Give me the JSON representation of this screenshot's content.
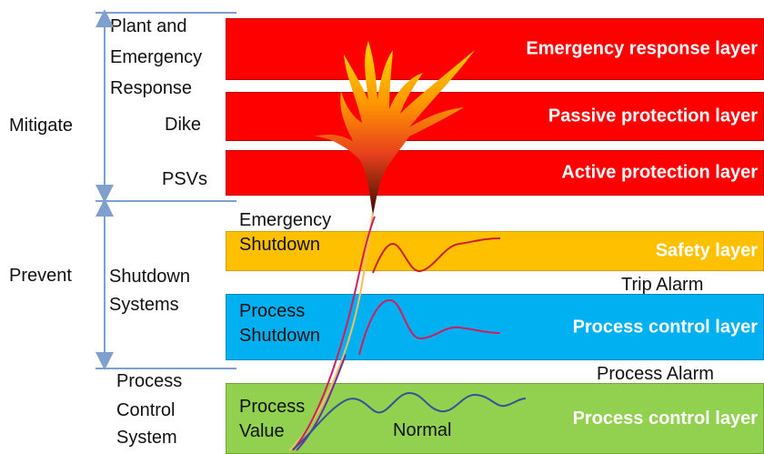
{
  "layers": {
    "emergency_response": "Emergency response layer",
    "passive_protection": "Passive protection layer",
    "active_protection": "Active protection layer",
    "safety": "Safety layer",
    "process_control_upper": "Process control layer",
    "process_control_lower": "Process control layer"
  },
  "layer_inner": {
    "emergency_shutdown_1": "Emergency",
    "emergency_shutdown_2": "Shutdown",
    "process_shutdown_1": "Process",
    "process_shutdown_2": "Shutdown",
    "process_value_1": "Process",
    "process_value_2": "Value"
  },
  "left_labels": {
    "plant_1": "Plant and",
    "plant_2": "Emergency",
    "plant_3": "Response",
    "dike": "Dike",
    "psvs": "PSVs",
    "shutdown_1": "Shutdown",
    "shutdown_2": "Systems",
    "pcs_1": "Process",
    "pcs_2": "Control",
    "pcs_3": "System"
  },
  "groups": {
    "mitigate": "Mitigate",
    "prevent": "Prevent"
  },
  "alarms": {
    "trip": "Trip Alarm",
    "process": "Process Alarm"
  },
  "annotations": {
    "normal": "Normal"
  },
  "colors": {
    "red": "#ff0000",
    "yellow": "#ffc000",
    "blue": "#00b0f0",
    "green": "#92d050",
    "arrow": "#7f9fcf"
  }
}
